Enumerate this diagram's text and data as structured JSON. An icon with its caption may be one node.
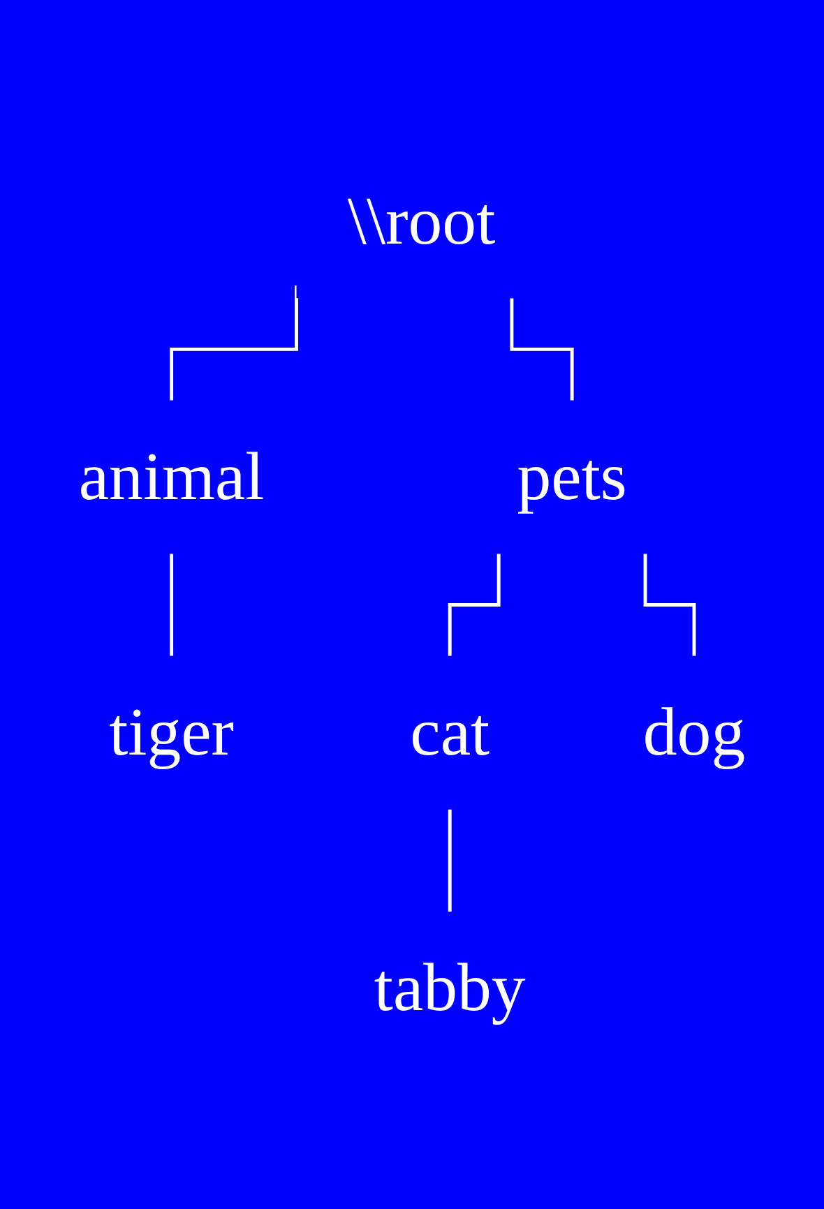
{
  "diagram": {
    "nodes": [
      {
        "text": [
          "\\\\root"
        ]
      },
      {
        "text": [
          "animal"
        ]
      },
      {
        "text": [
          "tiger"
        ]
      },
      {
        "text": [
          "pets"
        ]
      },
      {
        "text": [
          "cat"
        ]
      },
      {
        "text": [
          "tabby"
        ]
      },
      {
        "text": [
          "dog"
        ]
      }
    ],
    "edges": [
      {
        "from": 0,
        "to": 1,
        "arrow": "none"
      },
      {
        "from": 1,
        "to": 2,
        "arrow": "none"
      },
      {
        "from": 0,
        "to": 3,
        "arrow": "none"
      },
      {
        "from": 3,
        "to": 4,
        "arrow": "none"
      },
      {
        "from": 4,
        "to": 5,
        "arrow": "none"
      },
      {
        "from": 3,
        "to": 6,
        "arrow": "none"
      }
    ]
  }
}
